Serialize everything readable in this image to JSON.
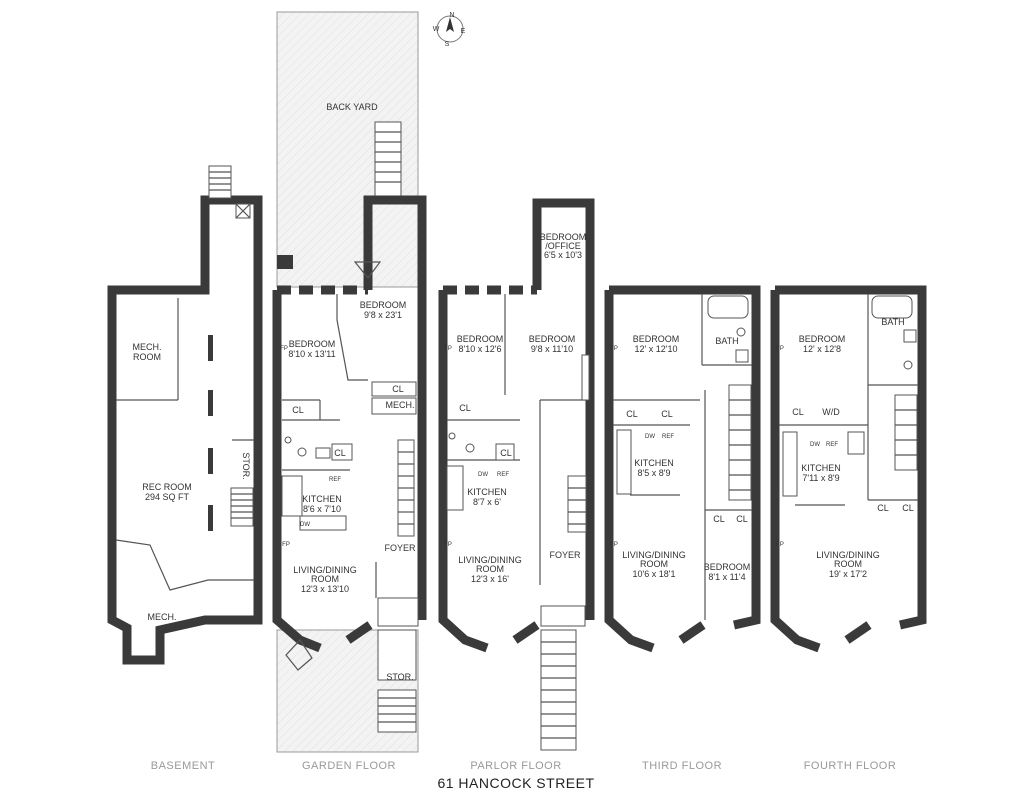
{
  "street": "61 HANCOCK STREET",
  "floors": [
    "BASEMENT",
    "GARDEN FLOOR",
    "PARLOR FLOOR",
    "THIRD FLOOR",
    "FOURTH FLOOR"
  ],
  "compass": {
    "n": "N",
    "e": "E",
    "s": "S",
    "w": "W"
  },
  "basement": {
    "mech_room": [
      "MECH.",
      "ROOM"
    ],
    "rec_room": [
      "REC ROOM",
      "294 SQ FT"
    ],
    "stor": "STOR.",
    "mech": "MECH."
  },
  "garden": {
    "back_yard": "BACK YARD",
    "bedroom_rear": [
      "BEDROOM",
      "9'8 x 23'1"
    ],
    "bedroom": [
      "BEDROOM",
      "8'10 x 13'11"
    ],
    "fp": "FP",
    "cl1": "CL",
    "cl2": "CL",
    "cl3": "CL",
    "mech": "MECH.",
    "kitchen": [
      "KITCHEN",
      "8'6 x 7'10"
    ],
    "ref": "REF",
    "dw": "DW",
    "foyer": "FOYER",
    "living": [
      "LIVING/DINING",
      "ROOM",
      "12'3 x 13'10"
    ],
    "fp2": "FP",
    "stor": "STOR."
  },
  "parlor": {
    "office": [
      "BEDROOM",
      "/OFFICE",
      "6'5 x 10'3"
    ],
    "bedroom1": [
      "BEDROOM",
      "8'10 x 12'6"
    ],
    "bedroom2": [
      "BEDROOM",
      "9'8 x 11'10"
    ],
    "fp": "FP",
    "cl1": "CL",
    "cl2": "CL",
    "kitchen": [
      "KITCHEN",
      "8'7 x 6'"
    ],
    "dw": "DW",
    "ref": "REF",
    "living": [
      "LIVING/DINING",
      "ROOM",
      "12'3 x 16'"
    ],
    "fp2": "FP",
    "foyer": "FOYER"
  },
  "third": {
    "bedroom": [
      "BEDROOM",
      "12' x 12'10"
    ],
    "bath": "BATH",
    "fp": "FP",
    "cl1": "CL",
    "cl2": "CL",
    "kitchen": [
      "KITCHEN",
      "8'5 x 8'9"
    ],
    "dw": "DW",
    "ref": "REF",
    "cl3": "CL",
    "cl4": "CL",
    "living": [
      "LIVING/DINING",
      "ROOM",
      "10'6 x 18'1"
    ],
    "fp2": "FP",
    "bedroom2": [
      "BEDROOM",
      "8'1 x 11'4"
    ]
  },
  "fourth": {
    "bedroom": [
      "BEDROOM",
      "12' x 12'8"
    ],
    "bath": "BATH",
    "fp": "FP",
    "cl": "CL",
    "wd": "W/D",
    "kitchen": [
      "KITCHEN",
      "7'11 x 8'9"
    ],
    "dw": "DW",
    "ref": "REF",
    "cl2": "CL",
    "cl3": "CL",
    "living": [
      "LIVING/DINING",
      "ROOM",
      "19' x 17'2"
    ],
    "fp2": "FP"
  }
}
